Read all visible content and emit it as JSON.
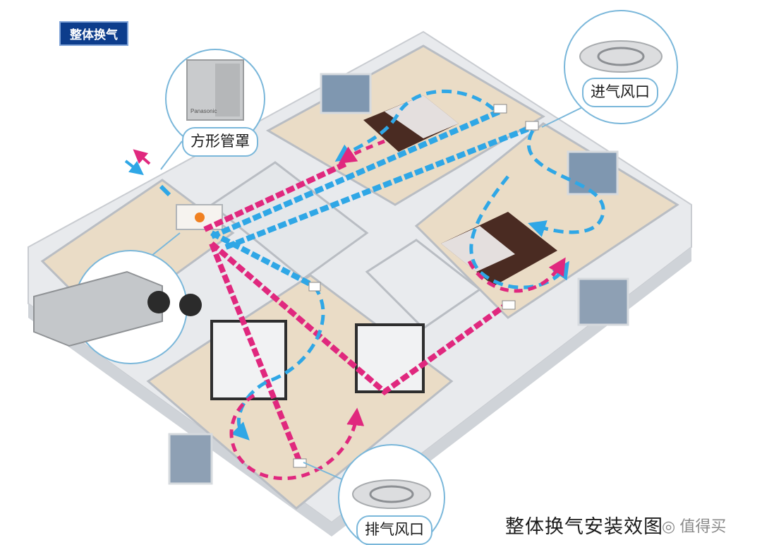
{
  "tag": "整体换气",
  "labels": {
    "square_hood": "方形管罩",
    "supply_outlet": "进气风口",
    "exhaust_outlet": "排气风口"
  },
  "caption": "整体换气安装效",
  "caption_end": "图",
  "watermark": "值得买",
  "brand_text": "Panasonic",
  "colors": {
    "supply_air": "#2fa7e6",
    "exhaust_air": "#e0287e",
    "tag_bg": "#0d3d8c"
  }
}
